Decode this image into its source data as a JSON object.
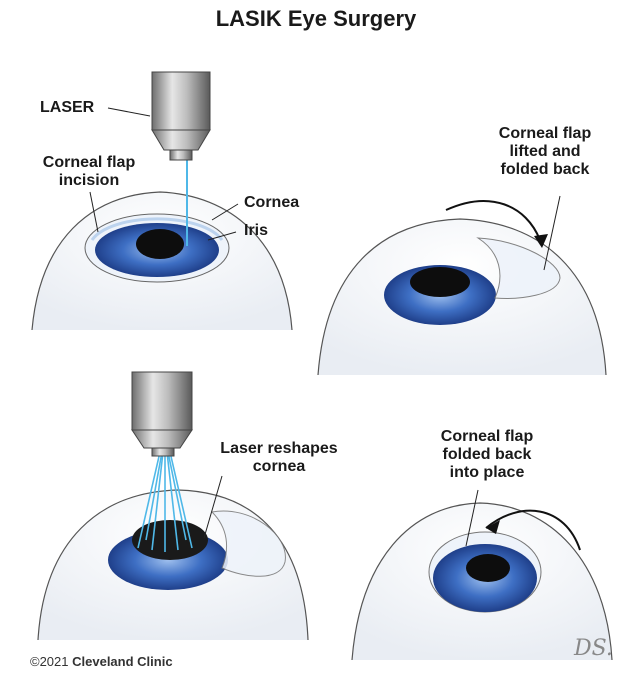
{
  "title": "LASIK Eye Surgery",
  "panels": {
    "p1": {
      "laser_label": "LASER",
      "flap_incision_line1": "Corneal flap",
      "flap_incision_line2": "incision",
      "cornea_label": "Cornea",
      "iris_label": "Iris"
    },
    "p2": {
      "line1": "Corneal flap",
      "line2": "lifted and",
      "line3": "folded back"
    },
    "p3": {
      "line1": "Laser reshapes",
      "line2": "cornea"
    },
    "p4": {
      "line1": "Corneal flap",
      "line2": "folded back",
      "line3": "into place"
    }
  },
  "footer": {
    "copyright": "©2021",
    "brand": "Cleveland Clinic"
  },
  "signature": "DS.",
  "colors": {
    "iris": "#3e6fc4",
    "iris_dark": "#1f3f8a",
    "laser_beam": "#4fb8e8",
    "eyeball_stroke": "#555555"
  }
}
